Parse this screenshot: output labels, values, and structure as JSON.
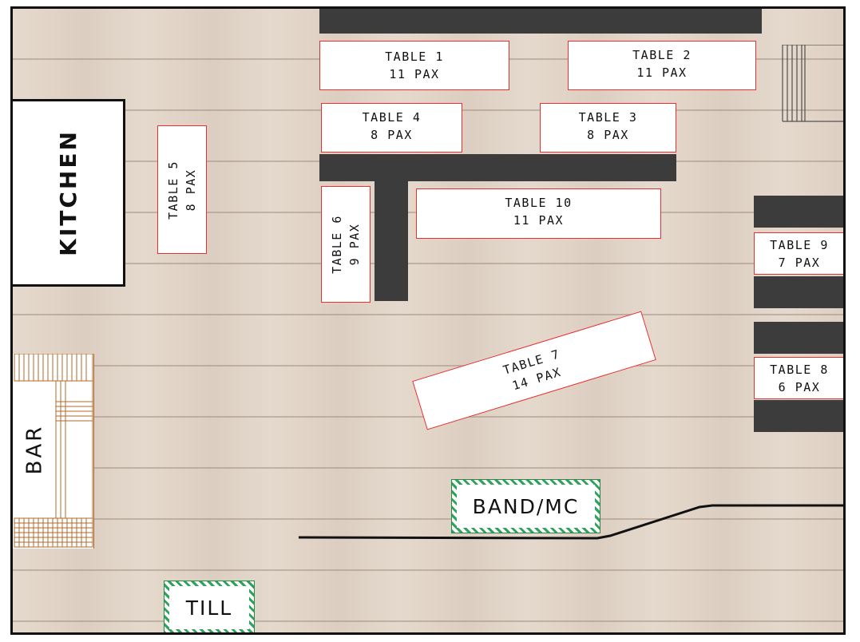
{
  "rooms": {
    "kitchen": "KITCHEN",
    "bar": "BAR",
    "band": "BAND/MC",
    "till": "TILL"
  },
  "tables": {
    "t1": {
      "name": "TABLE 1",
      "pax": "11 PAX"
    },
    "t2": {
      "name": "TABLE 2",
      "pax": "11 PAX"
    },
    "t3": {
      "name": "TABLE 3",
      "pax": "8 PAX"
    },
    "t4": {
      "name": "TABLE 4",
      "pax": "8 PAX"
    },
    "t5": {
      "name": "TABLE 5",
      "pax": "8 PAX"
    },
    "t6": {
      "name": "TABLE 6",
      "pax": "9 PAX"
    },
    "t7": {
      "name": "TABLE 7",
      "pax": "14 PAX"
    },
    "t8": {
      "name": "TABLE 8",
      "pax": "6 PAX"
    },
    "t9": {
      "name": "TABLE 9",
      "pax": "7 PAX"
    },
    "t10": {
      "name": "TABLE 10",
      "pax": "11 PAX"
    }
  },
  "colors": {
    "table_border": "#e53030",
    "bench": "#3c3c3c",
    "hatch": "#2fa35a",
    "bar_rail": "#b06a2a",
    "floor": "#e2d5c8"
  }
}
